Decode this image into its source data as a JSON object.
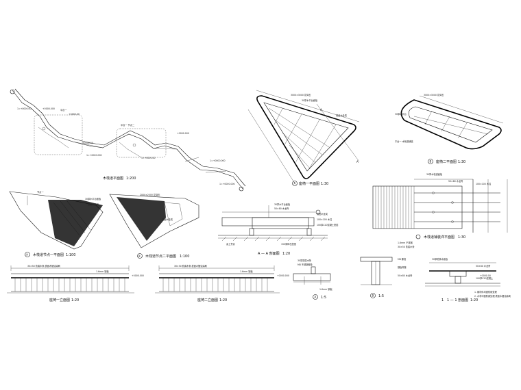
{
  "captions": {
    "plan_overall": "木栈道平面图",
    "plan_overall_scale": "1:200",
    "bench_plan_1": "座椅一平面图",
    "bench_plan_1_scale": "1:30",
    "bench_plan_2": "座椅二平面图",
    "bench_plan_2_scale": "1:30",
    "node1_plan": "木栈道节点一平面图",
    "node1_scale": "1:100",
    "node2_plan": "木栈道节点二平面图",
    "node2_scale": "1:100",
    "section_aa": "A — A 剖面图",
    "section_aa_scale": "1:20",
    "detail_plan": "木栈道铺装详平面图",
    "detail_plan_scale": "1:30",
    "elev1": "座椅一立面图",
    "elev1_scale": "1:20",
    "elev2": "座椅二立面图",
    "elev2_scale": "1:20",
    "section_11": "1 — 1 剖面图",
    "section_11_scale": "1:20",
    "detail_a_scale": "1:5",
    "detail_b_scale": "1:5"
  },
  "markers": {
    "a": "A",
    "b": "B",
    "c1": "①",
    "c2": "②",
    "s1": "1",
    "aa": "A",
    "a_dot": "A"
  },
  "annotations": {
    "note_1": "1. 钢构件均做防锈处理",
    "note_2": "2. 木材均做防腐处理,表面木蜡油涂刷"
  }
}
